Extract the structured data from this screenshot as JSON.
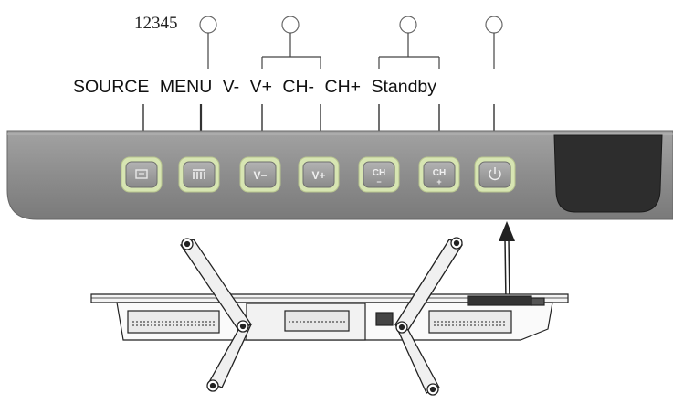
{
  "callouts": {
    "numbers_text": "12345"
  },
  "buttons": [
    {
      "label": "SOURCE",
      "glyph": "",
      "icon": "source-input-icon"
    },
    {
      "label": "MENU",
      "glyph": "",
      "icon": "menu-bars-icon"
    },
    {
      "label": "V-",
      "glyph": "V−",
      "icon": "volume-down-icon"
    },
    {
      "label": "V+",
      "glyph": "V+",
      "icon": "volume-up-icon"
    },
    {
      "label": "CH-",
      "glyph": "CH",
      "sub": "−",
      "icon": "channel-down-icon"
    },
    {
      "label": "CH+",
      "glyph": "CH",
      "sub": "+",
      "icon": "channel-up-icon"
    },
    {
      "label": "Standby",
      "glyph": "",
      "icon": "power-icon"
    }
  ],
  "colors": {
    "panel": "#8c8c8c",
    "panel_dark": "#6f6f6f",
    "button_face": "#9a9a9a",
    "button_rim": "#d8e6b4",
    "window": "#2e2e2e",
    "line": "#333333"
  }
}
